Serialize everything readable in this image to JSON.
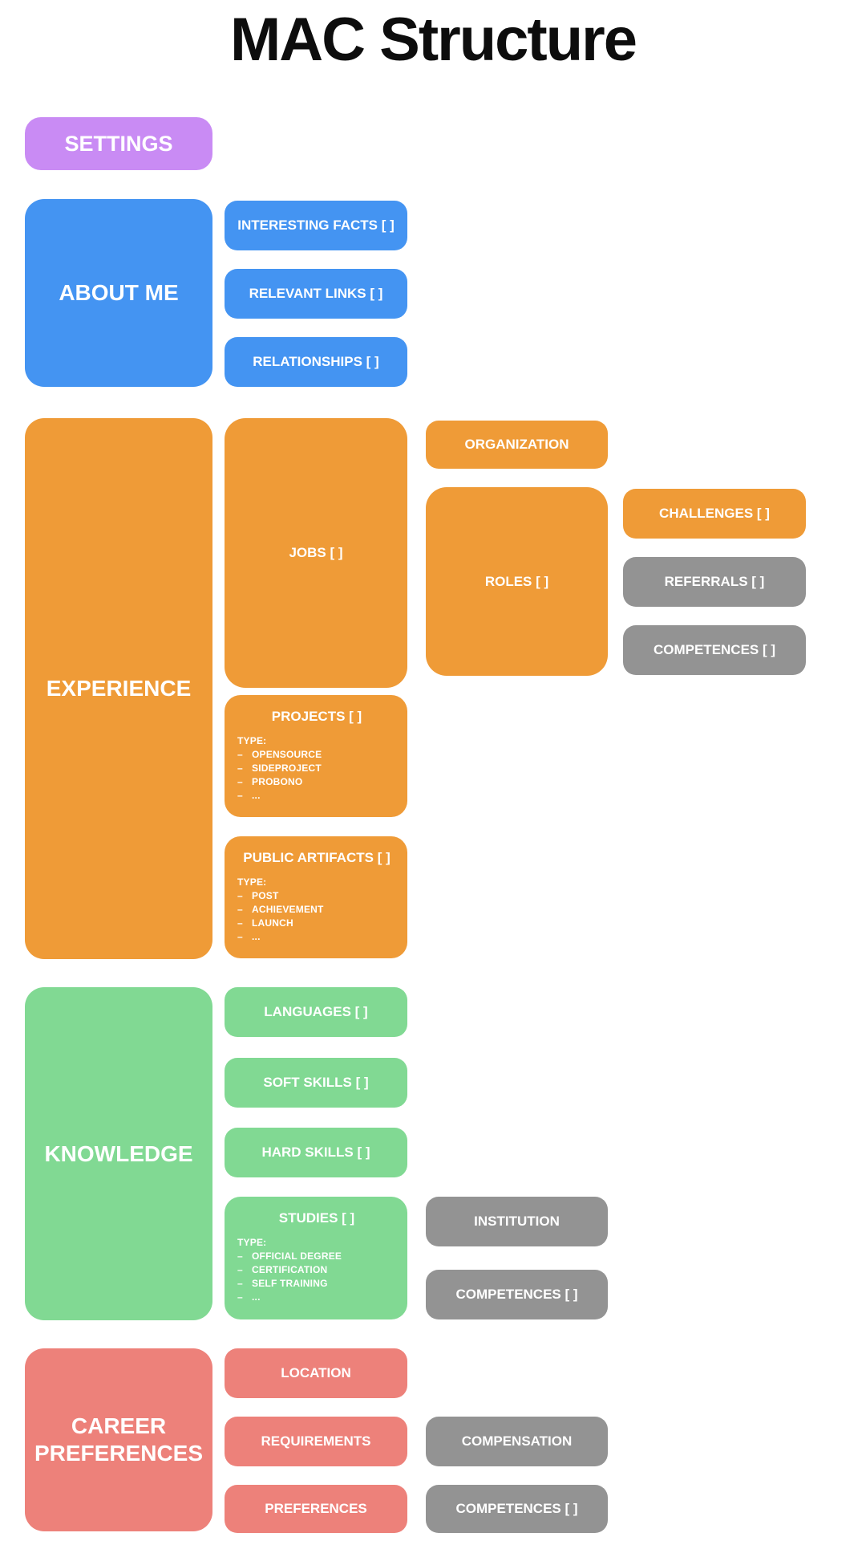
{
  "title": "MAC Structure",
  "ui": {
    "bullet": "–"
  },
  "colors": {
    "purple": "#c98bf4",
    "blue": "#4494f2",
    "orange": "#ef9b37",
    "green": "#81d993",
    "red": "#ed817a",
    "gray": "#939393",
    "node_text": "#ffffff",
    "title_text": "#0d0d0d",
    "background": "#ffffff"
  },
  "sections": {
    "settings": {
      "label": "SETTINGS"
    },
    "about_me": {
      "label": "ABOUT ME",
      "interesting_facts": "INTERESTING FACTS [ ]",
      "relevant_links": "RELEVANT LINKS [ ]",
      "relationships": "RELATIONSHIPS [ ]"
    },
    "experience": {
      "label": "EXPERIENCE",
      "jobs": {
        "label": "JOBS [ ]",
        "organization": "ORGANIZATION",
        "roles": {
          "label": "ROLES [ ]",
          "challenges": "CHALLENGES [ ]",
          "referrals": "REFERRALS [ ]",
          "competences": "COMPETENCES [ ]"
        }
      },
      "projects": {
        "label": "PROJECTS [ ]",
        "type_label": "TYPE:",
        "types": [
          "OPENSOURCE",
          "SIDEPROJECT",
          "PROBONO",
          "..."
        ]
      },
      "public_artifacts": {
        "label": "PUBLIC ARTIFACTS [ ]",
        "type_label": "TYPE:",
        "types": [
          "POST",
          "ACHIEVEMENT",
          "LAUNCH",
          "..."
        ]
      }
    },
    "knowledge": {
      "label": "KNOWLEDGE",
      "languages": "LANGUAGES [ ]",
      "soft_skills": "SOFT SKILLS [ ]",
      "hard_skills": "HARD SKILLS [ ]",
      "studies": {
        "label": "STUDIES [ ]",
        "type_label": "TYPE:",
        "types": [
          "OFFICIAL DEGREE",
          "CERTIFICATION",
          "SELF TRAINING",
          "..."
        ],
        "institution": "INSTITUTION",
        "competences": "COMPETENCES [ ]"
      }
    },
    "career_preferences": {
      "label": "CAREER PREFERENCES",
      "location": "LOCATION",
      "requirements": "REQUIREMENTS",
      "preferences": "PREFERENCES",
      "compensation": "COMPENSATION",
      "competences": "COMPETENCES [ ]"
    }
  }
}
